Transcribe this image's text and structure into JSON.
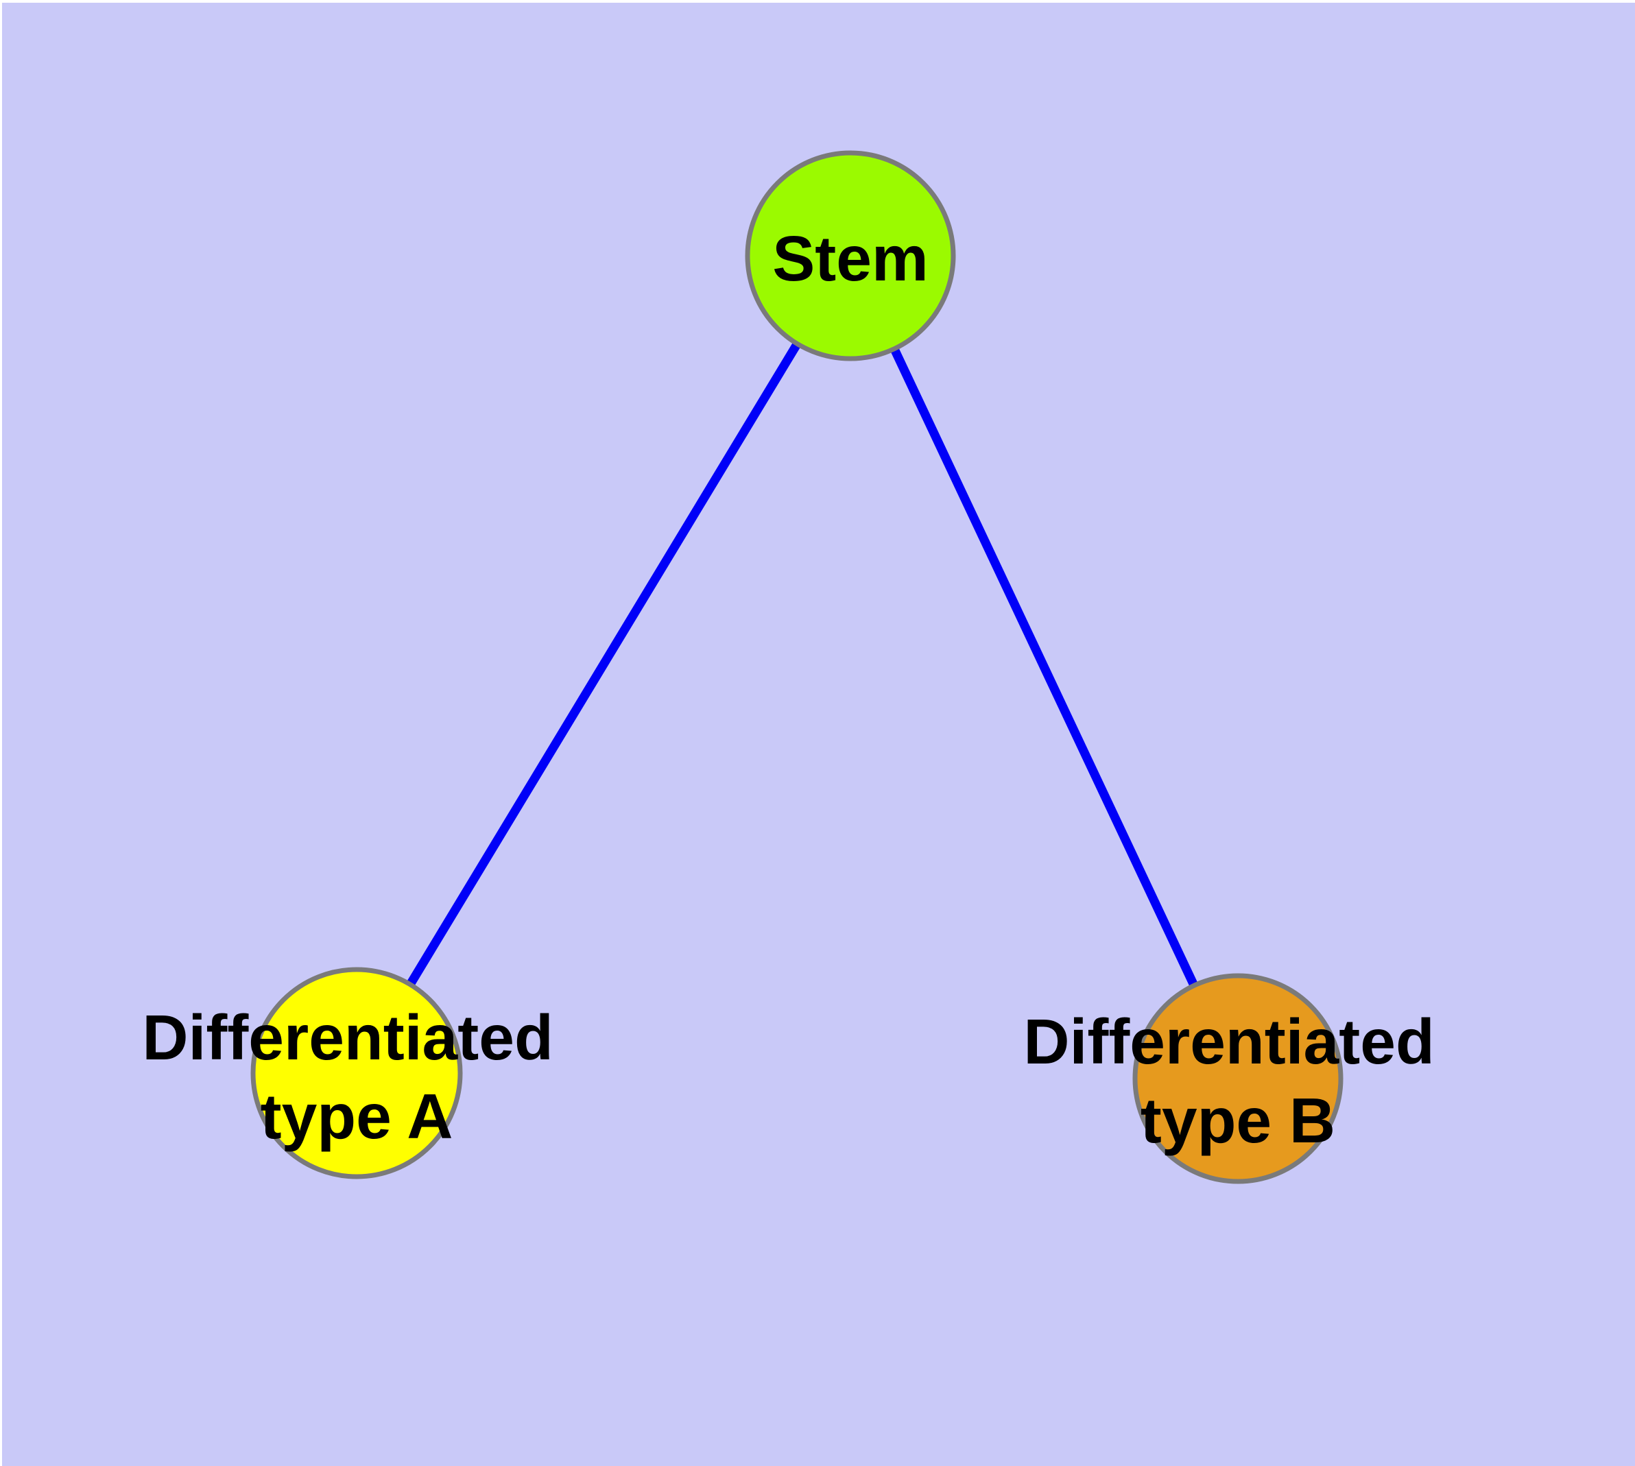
{
  "diagram": {
    "type": "node-link-graph",
    "background_color": "#c9c9f8",
    "margin_color": "#ffffff",
    "edge_color": "#0000f8",
    "node_border_color": "#7a7a7a",
    "label_color": "#000000",
    "nodes": [
      {
        "id": "stem",
        "label": "Stem",
        "fill": "#9bfa00"
      },
      {
        "id": "differentiated-type-a",
        "label_line1": "Differentiated",
        "label_line2": "type A",
        "fill": "#ffff00"
      },
      {
        "id": "differentiated-type-b",
        "label_line1": "Differentiated",
        "label_line2": "type B",
        "fill": "#e69a1e"
      }
    ],
    "edges": [
      {
        "from": "Stem",
        "to": "Differentiated type A"
      },
      {
        "from": "Stem",
        "to": "Differentiated type B"
      }
    ]
  }
}
